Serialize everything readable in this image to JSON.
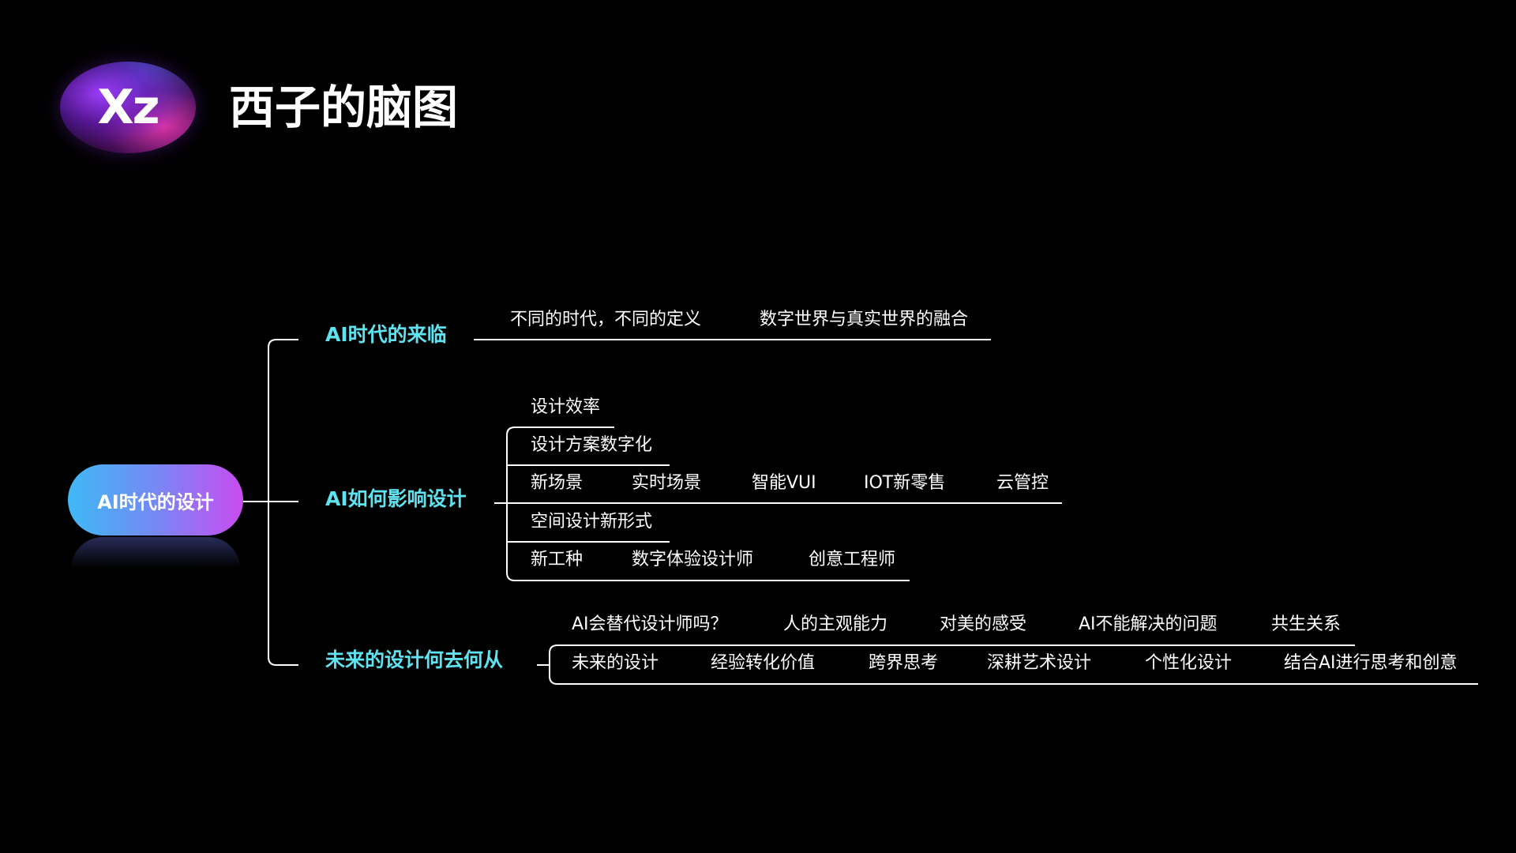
{
  "header": {
    "logo_text": "Xz",
    "title": "西子的脑图"
  },
  "colors": {
    "background": "#000000",
    "branch_text": "#5fe3f0",
    "root_gradient_start": "#3fb9f5",
    "root_gradient_end": "#c94cf0",
    "line": "#ffffff"
  },
  "mindmap": {
    "root": "AI时代的设计",
    "branches": [
      {
        "label": "AI时代的来临",
        "rows": [
          [
            "不同的时代，不同的定义",
            "数字世界与真实世界的融合"
          ]
        ]
      },
      {
        "label": "AI如何影响设计",
        "rows": [
          [
            "设计效率"
          ],
          [
            "设计方案数字化"
          ],
          [
            "新场景",
            "实时场景",
            "智能VUI",
            "IOT新零售",
            "云管控"
          ],
          [
            "空间设计新形式"
          ],
          [
            "新工种",
            "数字体验设计师",
            "创意工程师"
          ]
        ]
      },
      {
        "label": "未来的设计何去何从",
        "rows": [
          [
            "AI会替代设计师吗？",
            "人的主观能力",
            "对美的感受",
            "AI不能解决的问题",
            "共生关系"
          ],
          [
            "未来的设计",
            "经验转化价值",
            "跨界思考",
            "深耕艺术设计",
            "个性化设计",
            "结合AI进行思考和创意"
          ]
        ]
      }
    ]
  }
}
